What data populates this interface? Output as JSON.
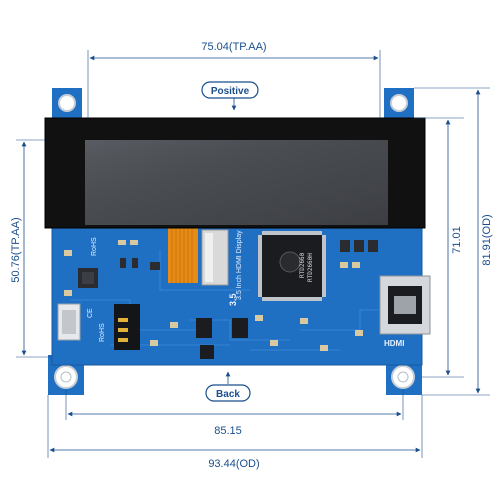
{
  "labels": {
    "positive": "Positive",
    "back": "Back"
  },
  "dimensions": {
    "top_width": "75.04(TP.AA)",
    "left_height": "50.76(TP.AA)",
    "right_inner_height": "71.01",
    "right_outer_height": "81.91(OD)",
    "bottom_inner_width": "85.15",
    "bottom_outer_width": "93.44(OD)"
  },
  "board_markings": {
    "chip_line1": "RTD2660",
    "chip_line2": "RTD2660H",
    "vertical_text_1": "3.5 Inch HDMI Display",
    "vertical_text_2": "3.5",
    "rohs_mark": "RoHS",
    "ce_mark": "CE",
    "hdmi_logo": "HDMI"
  },
  "colors": {
    "dimension_blue": "#1a4f8c",
    "pcb_blue": "#1f6fc2",
    "bezel_black": "#111111",
    "screen_gray": "#4a4d52"
  }
}
